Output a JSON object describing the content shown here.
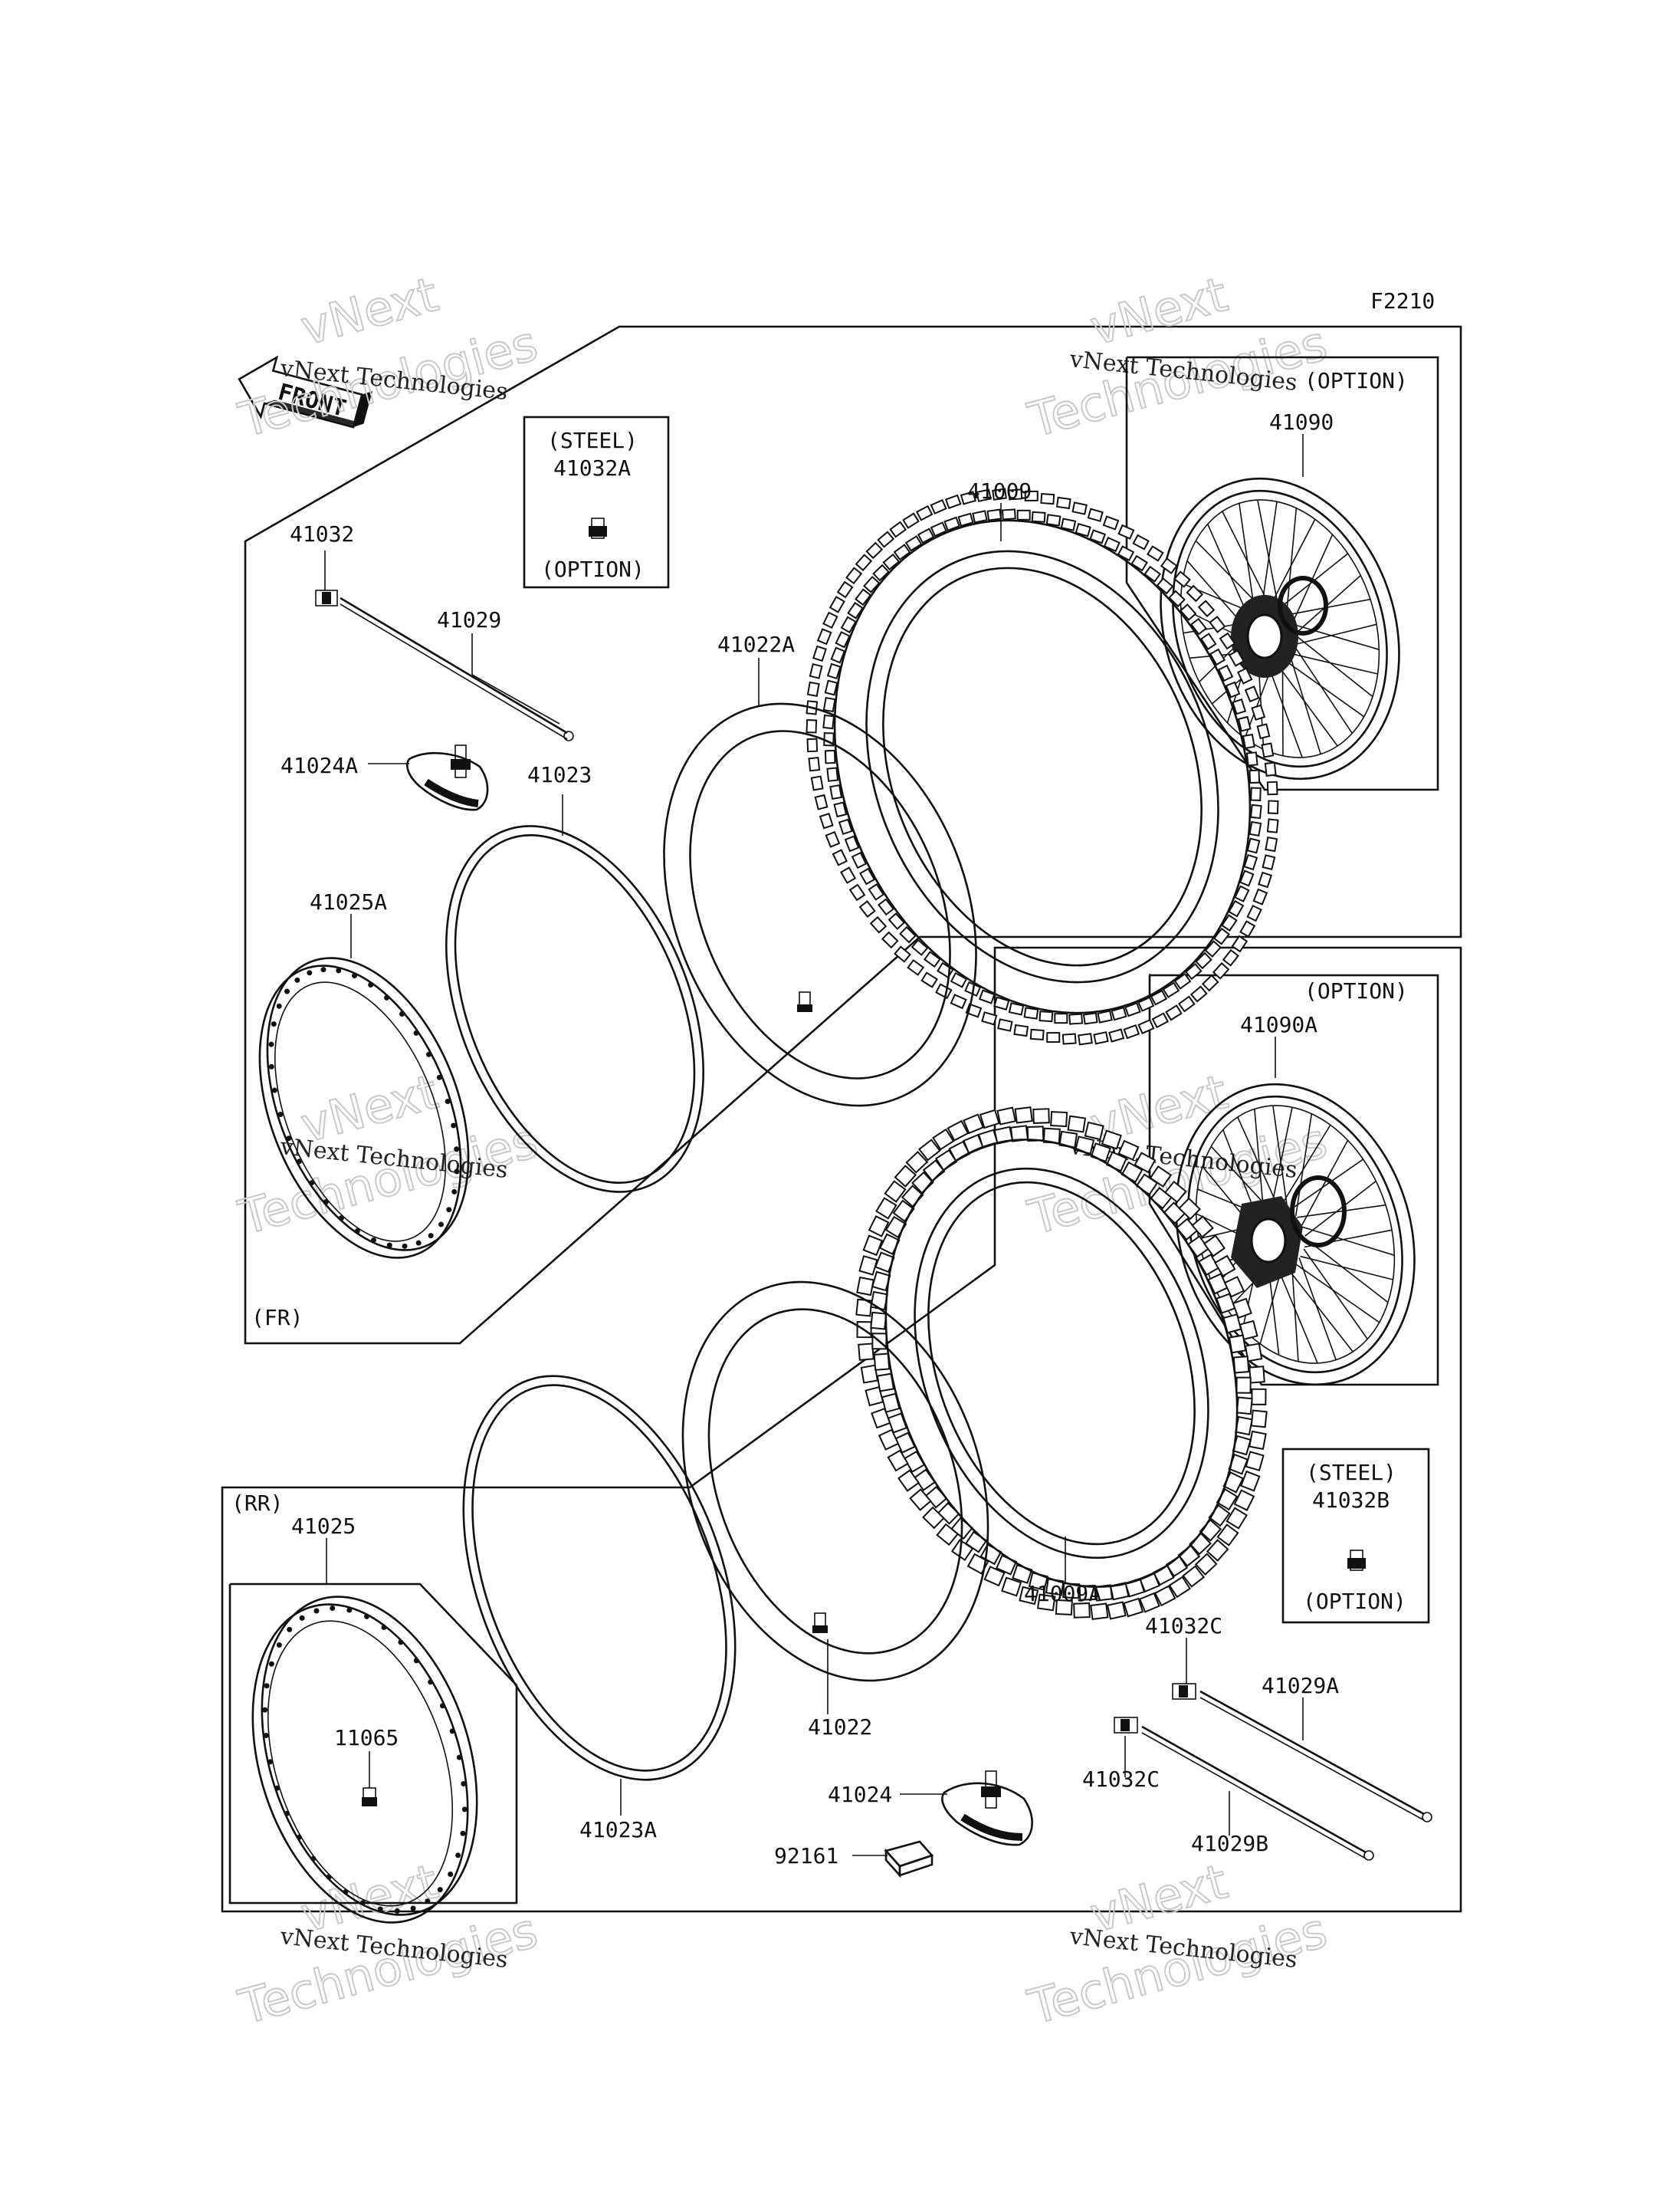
{
  "figure_code": "F2210",
  "front_label": "FRONT",
  "watermark": {
    "line1": "vNext",
    "line2": "Technologies",
    "caption": "vNext Technologies"
  },
  "sections": {
    "front": "(FR)",
    "rear": "(RR)"
  },
  "boxes": {
    "steel_front": {
      "title": "(STEEL)",
      "part": "41032A",
      "note": "(OPTION)"
    },
    "steel_rear": {
      "title": "(STEEL)",
      "part": "41032B",
      "note": "(OPTION)"
    },
    "wheel_front_option": "(OPTION)",
    "wheel_rear_option": "(OPTION)"
  },
  "parts": {
    "p41032": "41032",
    "p41029": "41029",
    "p41024A": "41024A",
    "p41023": "41023",
    "p41022A": "41022A",
    "p41009": "41009",
    "p41090": "41090",
    "p41025A": "41025A",
    "p41090A": "41090A",
    "p41009A": "41009A",
    "p41025": "41025",
    "p11065": "11065",
    "p41023A": "41023A",
    "p41022": "41022",
    "p41024": "41024",
    "p92161": "92161",
    "p41032C_top": "41032C",
    "p41032C_bottom": "41032C",
    "p41029A": "41029A",
    "p41029B": "41029B"
  }
}
